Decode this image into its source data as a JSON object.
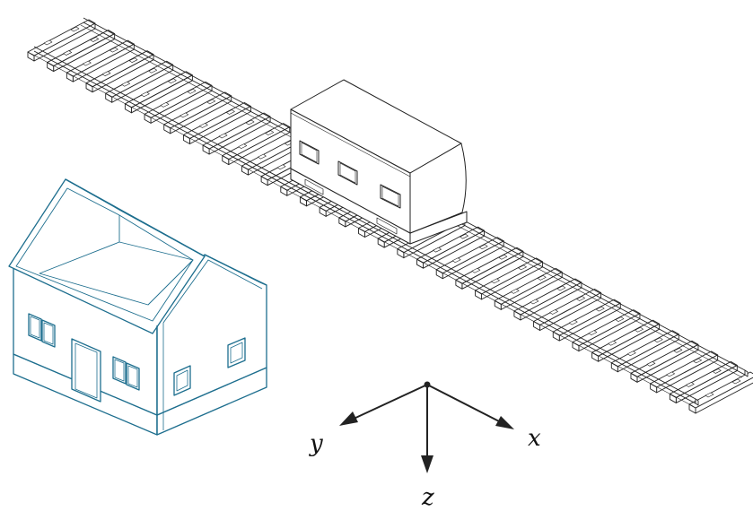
{
  "axes": {
    "x_label": "x",
    "y_label": "y",
    "z_label": "z"
  },
  "colors": {
    "house_stroke": "#1d6e8e",
    "ink": "#222222",
    "background": "#ffffff"
  },
  "track": {
    "sleeper_count": 35
  },
  "wagon": {
    "window_count": 3
  }
}
